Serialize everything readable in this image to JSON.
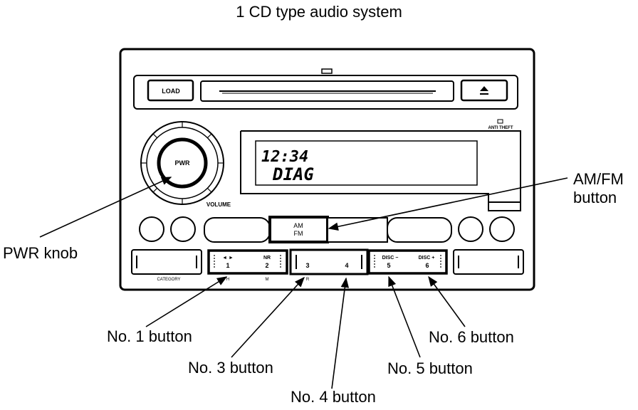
{
  "title": "1 CD type audio system",
  "unit": {
    "load_label": "LOAD",
    "anti_theft_label": "ANTI THEFT",
    "pwr_label": "PWR",
    "volume_label": "VOLUME",
    "display_time": "12:34",
    "display_text": "DIAG",
    "amfm_label_line1": "AM",
    "amfm_label_line2": "FM",
    "category_label": "CATEGORY",
    "presets": [
      {
        "top": "◄ ►",
        "number": "1",
        "sub": "H"
      },
      {
        "top": "NR",
        "number": "2",
        "sub": "M"
      },
      {
        "top": "",
        "number": "3",
        "sub": "R"
      },
      {
        "top": "",
        "number": "4",
        "sub": ""
      },
      {
        "top": "DISC −",
        "number": "5",
        "sub": ""
      },
      {
        "top": "DISC +",
        "number": "6",
        "sub": ""
      }
    ]
  },
  "callouts": {
    "pwr_knob": "PWR knob",
    "amfm_line1": "AM/FM",
    "amfm_line2": "button",
    "no1": "No. 1 button",
    "no3": "No. 3 button",
    "no4": "No. 4 button",
    "no5": "No. 5 button",
    "no6": "No. 6 button"
  }
}
